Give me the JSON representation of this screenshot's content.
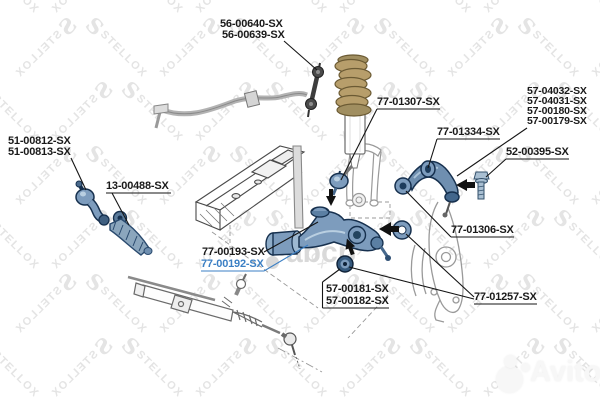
{
  "watermarks": {
    "stellox_logo_glyph": "S",
    "stellox": "STELLOX",
    "abcp": "abcp",
    "avito": "Avito"
  },
  "part_labels": {
    "stab_link": [
      "56-00640-SX",
      "56-00639-SX"
    ],
    "shock": [
      "77-01307-SX"
    ],
    "upper_group": [
      "57-04032-SX",
      "57-04031-SX",
      "57-00180-SX",
      "57-00179-SX"
    ],
    "upper_arm": [
      "77-01334-SX"
    ],
    "bolt": [
      "52-00395-SX"
    ],
    "tie_rod_end": [
      "51-00812-SX",
      "51-00813-SX"
    ],
    "boot": [
      "13-00488-SX"
    ],
    "lower_arm": [
      "77-00193-SX",
      "77-00192-SX"
    ],
    "nut_washer": [
      "57-00181-SX",
      "57-00182-SX"
    ],
    "upper_arm_bushing": [
      "77-01306-SX"
    ],
    "repair_kit": [
      "77-01257-SX"
    ]
  },
  "highlighted_part": "77-00192-SX",
  "colors": {
    "label_text": "#1a1a1a",
    "link_blue": "#3b7fc4",
    "part_blue": "#7d9cbd",
    "part_blue_light": "#b9cfe1",
    "part_blue_dark": "#2e4f73",
    "part_outline": "#16304e",
    "spring_tan": "#b79e6b",
    "line_gray": "#8c8c8c",
    "watermark_gray": "#e4e4e4"
  }
}
